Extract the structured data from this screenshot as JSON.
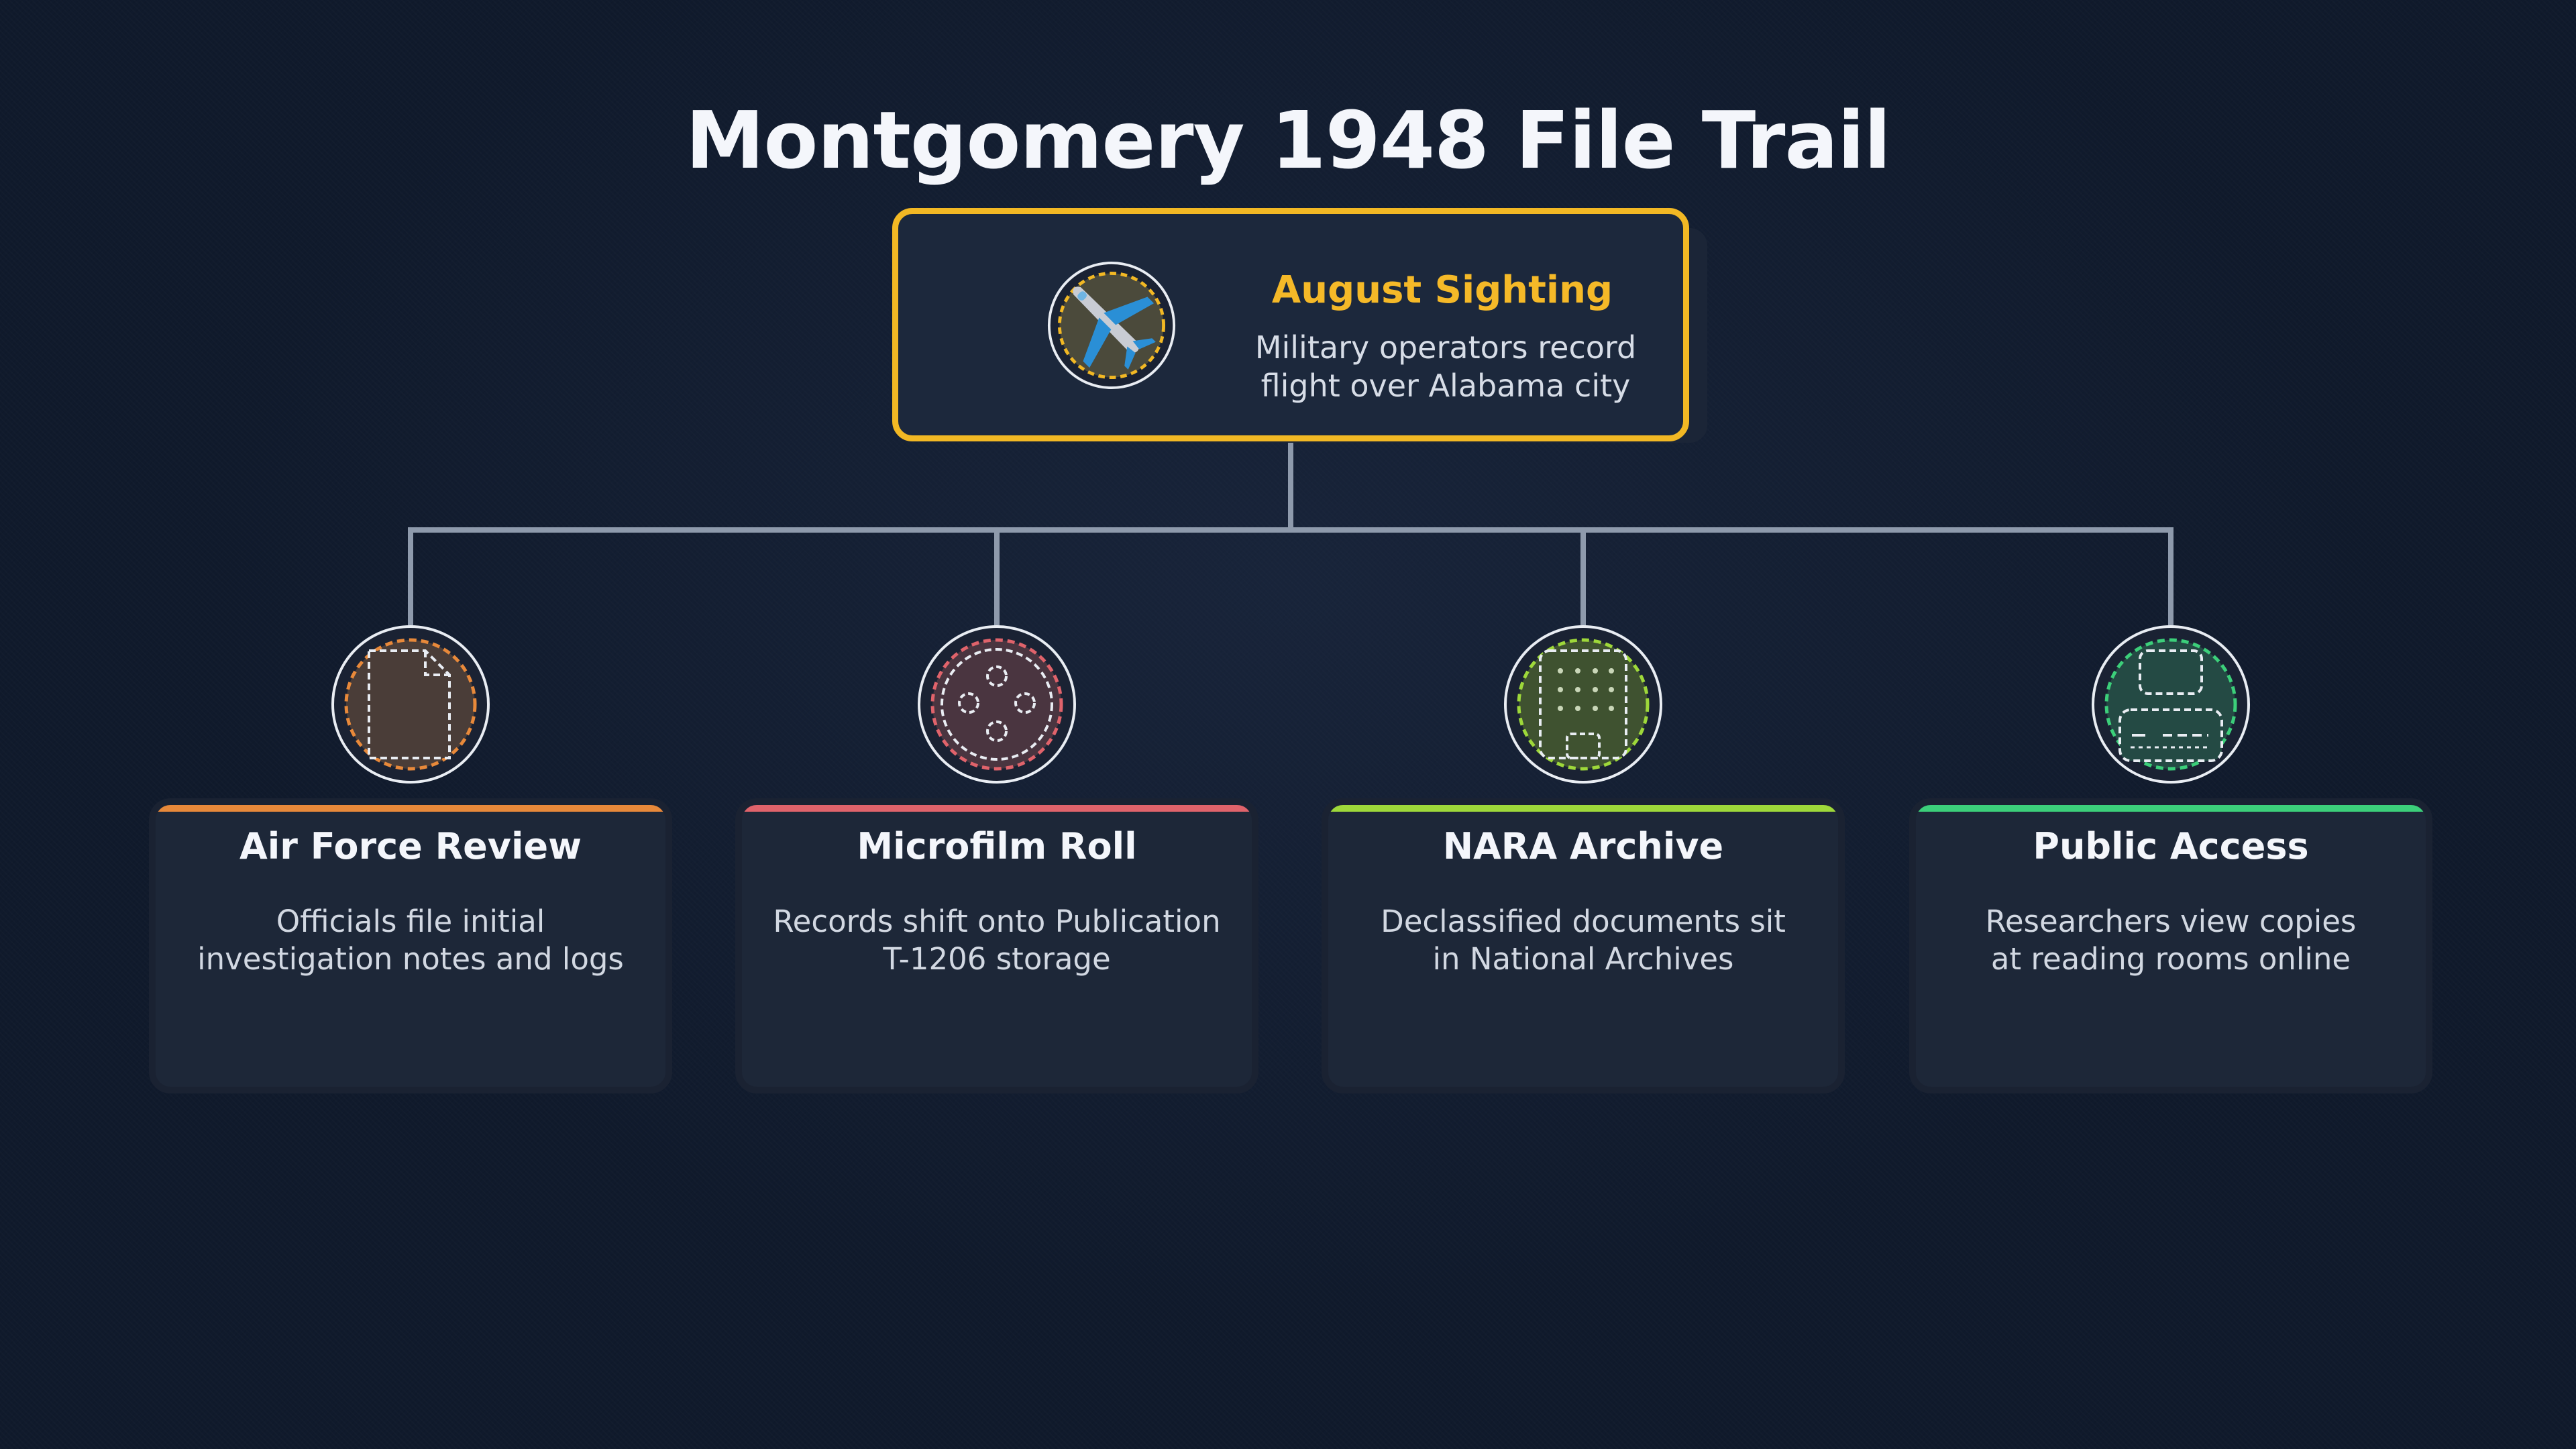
{
  "title": "Montgomery 1948 File Trail",
  "root": {
    "title": "August Sighting",
    "description_lines": [
      "Military operators record",
      "flight over Alabama city"
    ],
    "icon": "airplane-icon",
    "accent": "#f2b824"
  },
  "children": [
    {
      "title": "Air Force Review",
      "description_lines": [
        "Officials file initial",
        "investigation notes and logs"
      ],
      "icon": "document-icon",
      "accent": "#e8893a"
    },
    {
      "title": "Microfilm Roll",
      "description_lines": [
        "Records shift onto Publication",
        "T-1206 storage"
      ],
      "icon": "film-reel-icon",
      "accent": "#e0636b"
    },
    {
      "title": "NARA Archive",
      "description_lines": [
        "Declassified documents sit",
        "in National Archives"
      ],
      "icon": "archive-building-icon",
      "accent": "#9ed83a"
    },
    {
      "title": "Public Access",
      "description_lines": [
        "Researchers view copies",
        "at reading rooms online"
      ],
      "icon": "reading-room-icon",
      "accent": "#3ccf7a"
    }
  ]
}
